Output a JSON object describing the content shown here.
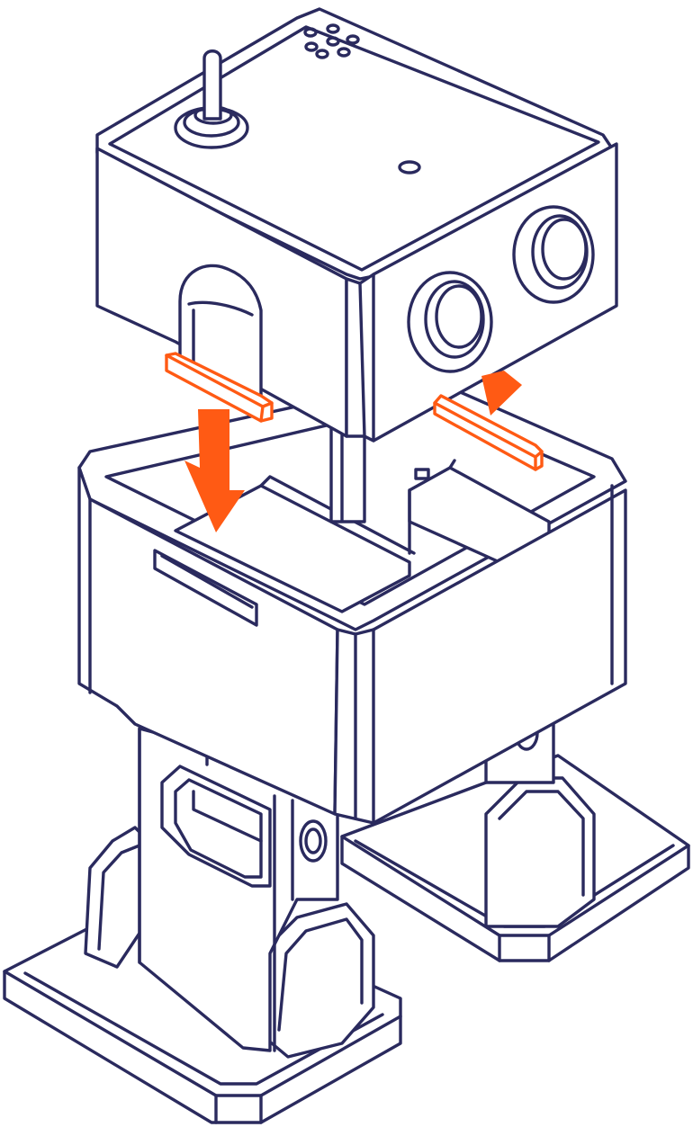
{
  "figure": {
    "description_label": "",
    "colors": {
      "outline": "#2a2a5e",
      "accent": "#ff5a14",
      "background": "#ffffff"
    },
    "icons": {
      "down_arrow_left": "arrow-down-icon",
      "down_arrow_right": "arrow-down-icon",
      "toggle_switch": "toggle-switch-icon",
      "speaker_holes": "speaker-grille-icon",
      "ultrasonic_sensor": "ultrasonic-sensor-icon"
    },
    "parts": [
      "head-module",
      "body-module",
      "left-leg-servo",
      "right-leg-servo",
      "left-foot",
      "right-foot"
    ]
  }
}
